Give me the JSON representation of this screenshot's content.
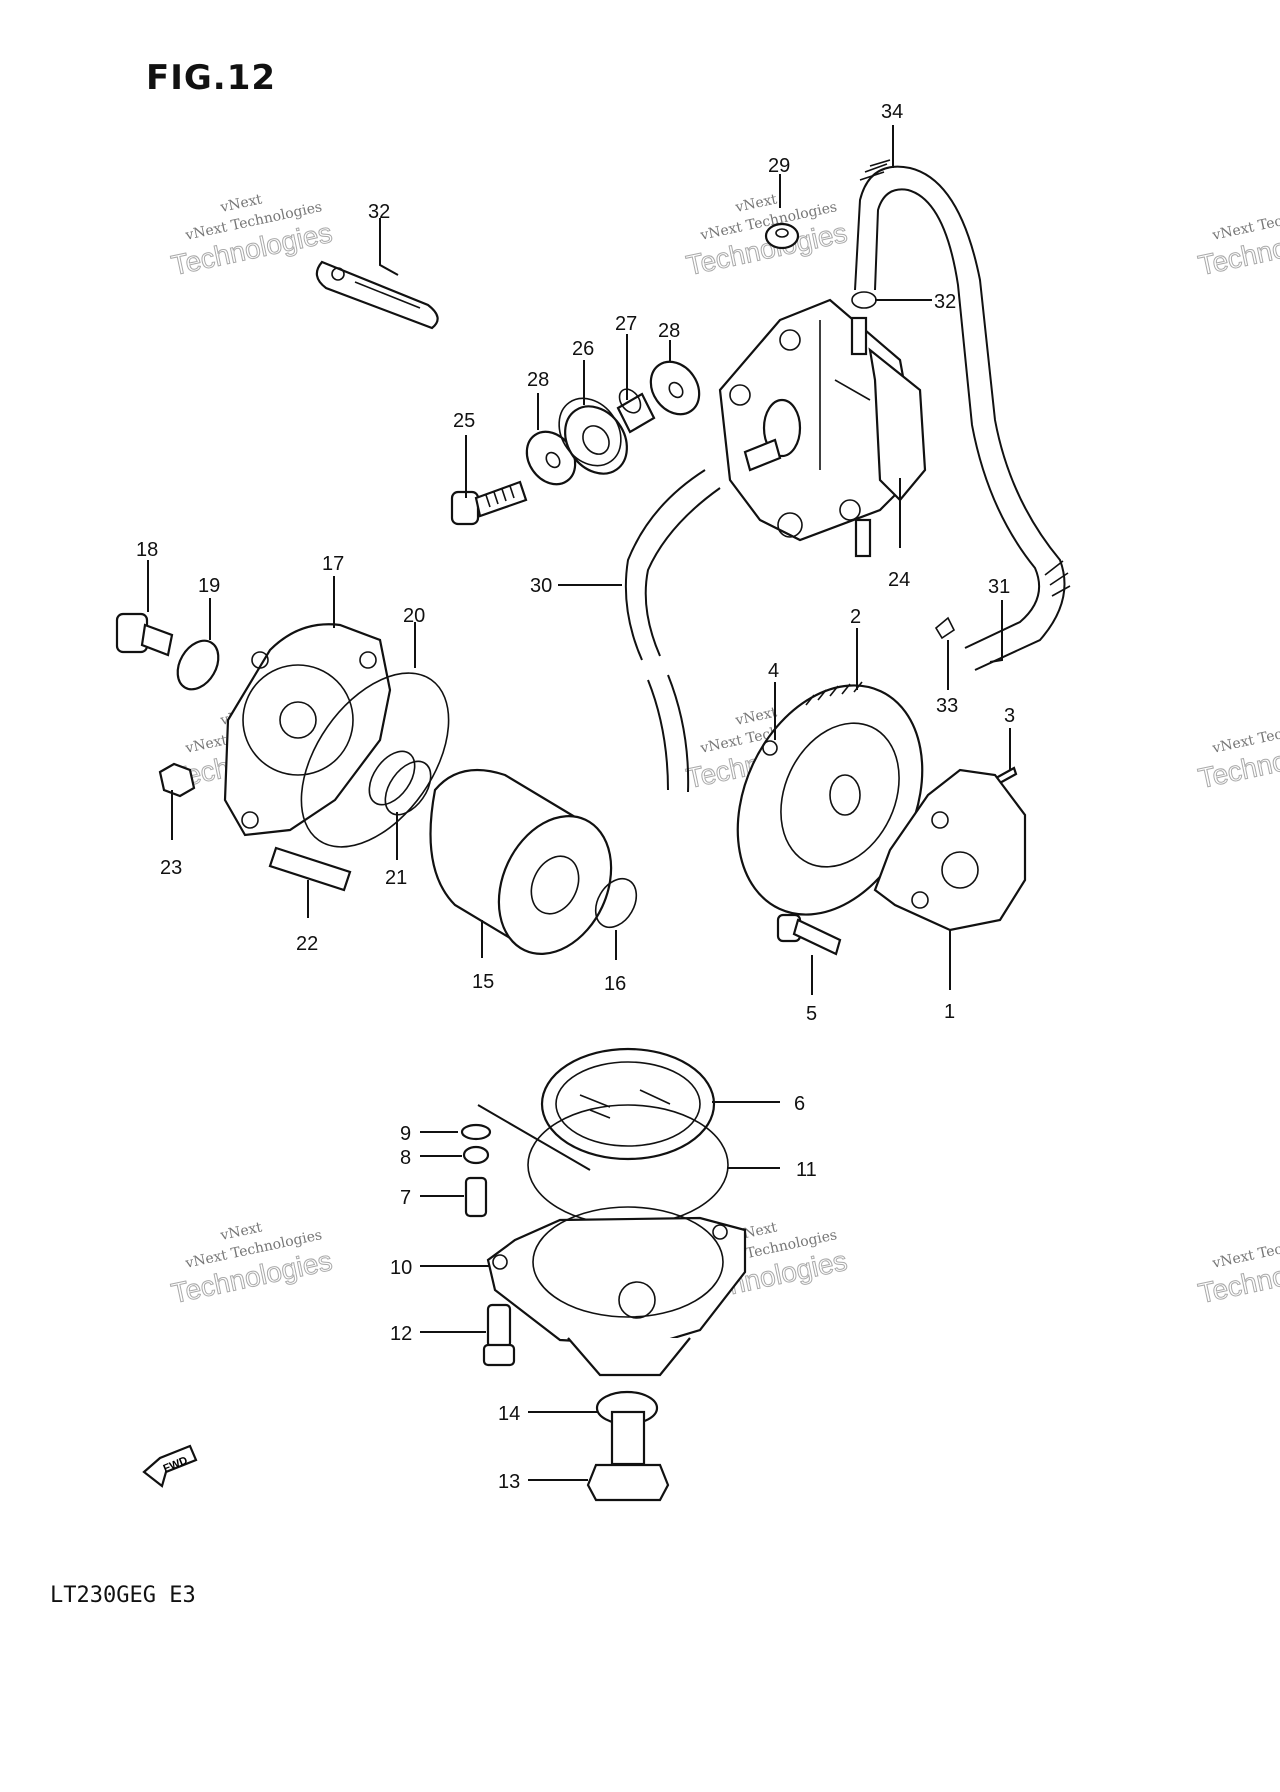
{
  "figure": {
    "title": "FIG.12",
    "model": "LT230GEG E3"
  },
  "watermark": {
    "line1": "vNext",
    "line2": "vNext Technologies",
    "line3": "Technologies"
  },
  "callouts": [
    "1",
    "2",
    "3",
    "4",
    "5",
    "6",
    "7",
    "8",
    "9",
    "10",
    "11",
    "12",
    "13",
    "14",
    "15",
    "16",
    "17",
    "18",
    "19",
    "20",
    "21",
    "22",
    "23",
    "24",
    "25",
    "26",
    "27",
    "28",
    "28",
    "29",
    "30",
    "31",
    "32",
    "32",
    "33",
    "34"
  ],
  "fwd_label": "FWD"
}
